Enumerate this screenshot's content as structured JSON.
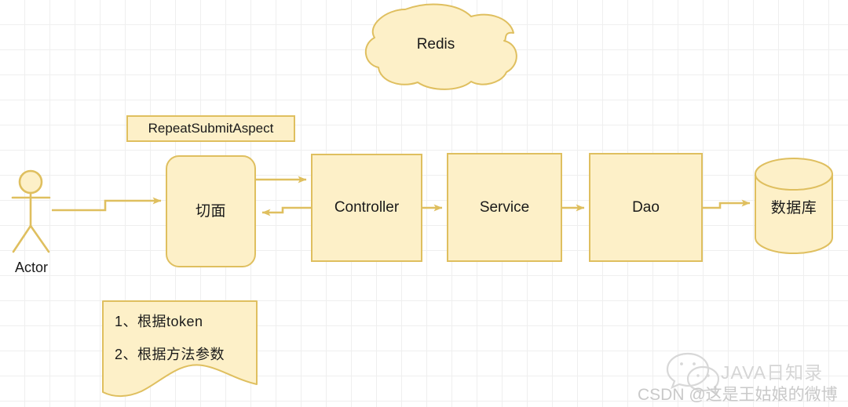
{
  "diagram": {
    "title": "Repeat submit aspect flow diagram",
    "background": "#ffffff",
    "grid": {
      "minor_color": "#efefef",
      "major_color": "#dcdcdc",
      "minor_step": 32,
      "major_step": 128
    },
    "palette": {
      "fill": "#fdf0c8",
      "stroke": "#dfbf5f",
      "text": "#1a1a1a",
      "watermark": "#cfcfcf"
    }
  },
  "nodes": {
    "redis": {
      "label": "Redis",
      "shape": "cloud"
    },
    "aspect_label": {
      "label": "RepeatSubmitAspect",
      "shape": "rectangle"
    },
    "aspect": {
      "label": "切面",
      "shape": "rounded-rectangle"
    },
    "controller": {
      "label": "Controller",
      "shape": "rectangle"
    },
    "service": {
      "label": "Service",
      "shape": "rectangle"
    },
    "dao": {
      "label": "Dao",
      "shape": "rectangle"
    },
    "database": {
      "label": "数据库",
      "shape": "cylinder"
    },
    "actor": {
      "label": "Actor",
      "shape": "stick-figure"
    },
    "note": {
      "shape": "document",
      "lines": [
        "1、根据token",
        "2、根据方法参数"
      ]
    }
  },
  "edges": [
    {
      "from": "actor",
      "to": "aspect",
      "style": "stepped-arrow"
    },
    {
      "from": "aspect",
      "to": "controller",
      "style": "arrow"
    },
    {
      "from": "controller",
      "to": "aspect",
      "style": "stepped-arrow"
    },
    {
      "from": "controller",
      "to": "service",
      "style": "arrow"
    },
    {
      "from": "service",
      "to": "dao",
      "style": "arrow"
    },
    {
      "from": "dao",
      "to": "database",
      "style": "stepped-arrow"
    }
  ],
  "watermark": {
    "brand": "JAVA日知录",
    "credit": "CSDN @这是王姑娘的微博",
    "icon": "wechat-icon"
  }
}
